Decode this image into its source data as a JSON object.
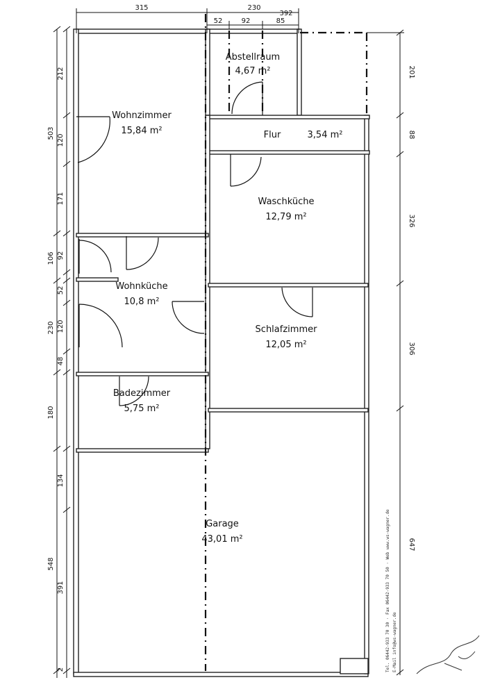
{
  "rooms": [
    {
      "name": "Abstellraum",
      "area": "4,67 m²"
    },
    {
      "name": "Wohnzimmer",
      "area": "15,84 m²"
    },
    {
      "name": "Flur",
      "area": "3,54 m²"
    },
    {
      "name": "Waschküche",
      "area": "12,79 m²"
    },
    {
      "name": "Wohnküche",
      "area": "10,8 m²"
    },
    {
      "name": "Schlafzimmer",
      "area": "12,05 m²"
    },
    {
      "name": "Badezimmer",
      "area": "5,75 m²"
    },
    {
      "name": "Garage",
      "area": "43,01 m²"
    }
  ],
  "dimensions": {
    "top": [
      "315",
      "230",
      "392",
      "52",
      "92",
      "85"
    ],
    "left_outer": [
      "503",
      "106",
      "230",
      "180",
      "548",
      "2"
    ],
    "left_inner": [
      "212",
      "120",
      "171",
      "92",
      "52",
      "120",
      "48",
      "134",
      "391"
    ],
    "right": [
      "201",
      "88",
      "326",
      "306",
      "647"
    ]
  },
  "stamp": {
    "line1": "Tel. 06442-933 70 30 · Fax 06442-933 70 50 · Web www.ws-wagner.de",
    "line2": "E-Mail info@ws-wagner.de"
  }
}
